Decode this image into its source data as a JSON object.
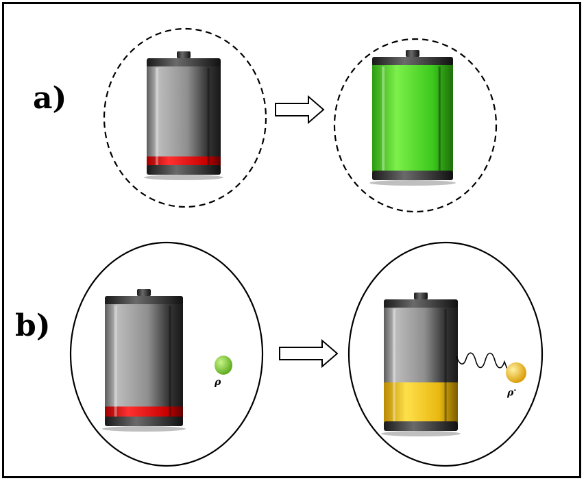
{
  "panels": {
    "a": {
      "label": "a)"
    },
    "b": {
      "label": "b)",
      "particle_before": {
        "symbol": "ρ"
      },
      "particle_after": {
        "symbol": "ρ",
        "superscript": "-"
      }
    }
  },
  "colors": {
    "charge_red": "#e01010",
    "charge_green": "#46d21e",
    "charge_yellow": "#f0c81a",
    "particle_green": "#7ed12a",
    "particle_yellow": "#f2c00a"
  },
  "battery_levels": {
    "a_before": 0.1,
    "a_after": 1.0,
    "b_before": 0.1,
    "b_after": 0.35
  }
}
